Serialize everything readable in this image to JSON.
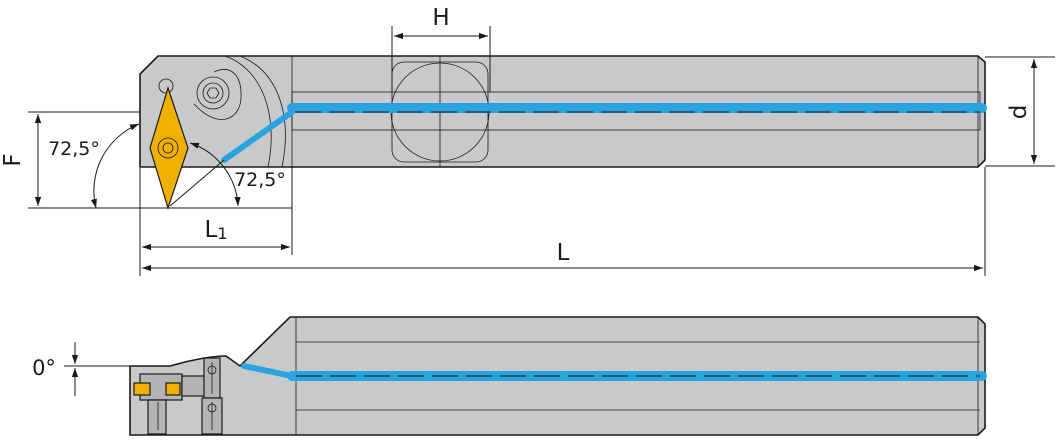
{
  "labels": {
    "H": "H",
    "d": "d",
    "F": "F",
    "L1": "L",
    "L1_sub": "1",
    "L": "L",
    "angle_top": "72,5°",
    "angle_bottom": "72,5°",
    "zero_angle": "0°"
  },
  "colors": {
    "body": "#c8c9cb",
    "coolant": "#2aa3de",
    "insert": "#f0b000",
    "line": "#1a1a1a"
  }
}
